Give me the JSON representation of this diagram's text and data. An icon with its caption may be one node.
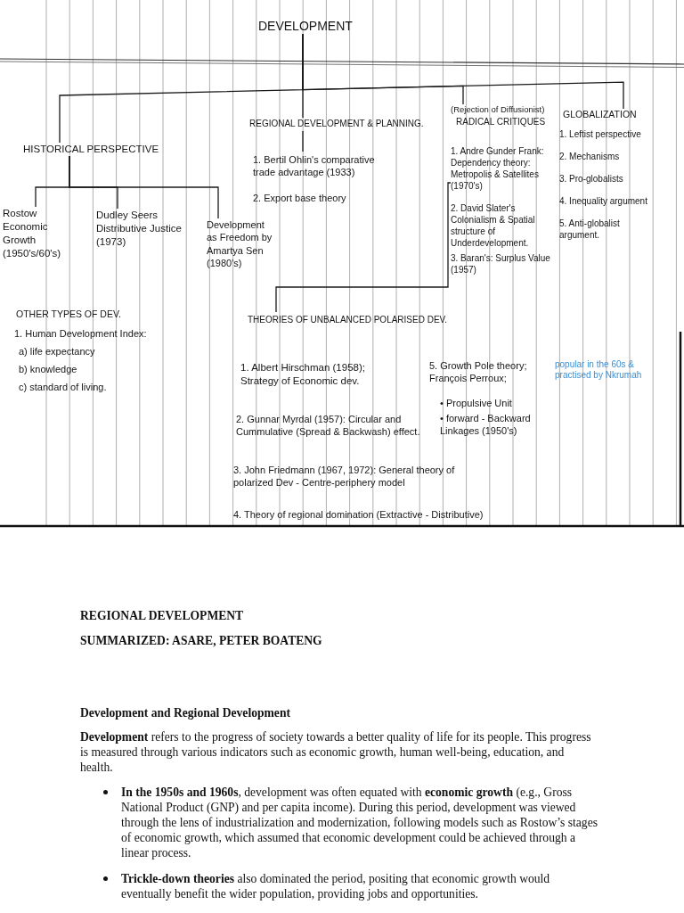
{
  "diagram": {
    "title": "REGIONAL DEVELOPMENT",
    "nodes": [
      {
        "text": [
          "DEVELOPMENT"
        ]
      },
      {
        "text": [
          "HISTORICAL PERSPECTIVE"
        ]
      },
      {
        "text": [
          "REGIONAL DEVELOPMENT & PLANNING.",
          "1. Bertil Ohlin's comparative trade advantage (1933)",
          "2. Export base theory"
        ]
      },
      {
        "text": [
          "(Rejection of Diffusionist)",
          "RADICAL CRITIQUES",
          "1. Andre Gunder Frank: Dependency theory: Metropolis & Satellites (1970's)",
          "2. David Slater's Colonialism & Spatial structure of Underdevelopment.",
          "3. Baran's: Surplus Value (1957)"
        ]
      },
      {
        "text": [
          "GLOBALIZATION",
          "1. Leftist perspective",
          "2. Mechanisms",
          "3. Pro-globalists",
          "4. Inequality argument",
          "5. Anti-globalist argument."
        ]
      },
      {
        "text": [
          "Rostow Economic Growth (1950's/60's)"
        ]
      },
      {
        "text": [
          "Dudley Seers Distributive Justice (1973)"
        ]
      },
      {
        "text": [
          "Development as Freedom by Amartya Sen (1980's)"
        ]
      },
      {
        "text": [
          "THEORIES OF UNBALANCED POLARISED DEV.",
          "1. Albert Hirschman (1958); Strategy of Economic dev.",
          "2. Gunnar Myrdal (1957): Circular and Cummulative (Spread & Backwash) effect.",
          "3. John Friedmann (1967, 1972): General theory of polarized Dev - Centre-periphery model",
          "4. Theory of regional domination (Extractive - Distributive)",
          "5. Growth Pole theory; François Perroux;",
          "• Propulsive Unit",
          "• forward - Backward Linkages (1950's)"
        ]
      }
    ],
    "edges": [
      {
        "from": 0,
        "to": 1,
        "arrow": "none"
      },
      {
        "from": 0,
        "to": 2,
        "arrow": "none"
      },
      {
        "from": 0,
        "to": 3,
        "arrow": "none"
      },
      {
        "from": 0,
        "to": 4,
        "arrow": "none"
      },
      {
        "from": 1,
        "to": 5,
        "arrow": "none"
      },
      {
        "from": 1,
        "to": 6,
        "arrow": "none"
      },
      {
        "from": 1,
        "to": 7,
        "arrow": "none"
      },
      {
        "from": 3,
        "to": 8,
        "arrow": "none"
      }
    ],
    "labels": [
      "OTHER TYPES OF DEV.",
      "1. Human Development Index:",
      "a) life expectancy",
      "b) knowledge",
      "c) standard of living.",
      "popular in the 60s & practised by Nkrumah",
      "SUMMARIZED: ASARE, PETER BOATENG",
      "Development and Regional Development",
      "**Development** refers to the progress of society towards a better quality of life for its people. This progress is measured through various indicators such as economic growth, human well-being, education, and health.",
      "**In the 1950s and 1960s**, development was often equated with **economic growth** (e.g., Gross National Product (GNP) and per capita income). During this period, development was viewed through the lens of industrialization and modernization, following models such as Rostow’s stages of economic growth, which assumed that economic development could be achieved through a linear process.",
      "**Trickle-down theories** also dominated the period, positing that economic growth would eventually benefit the wider population, providing jobs and opportunities."
    ]
  }
}
